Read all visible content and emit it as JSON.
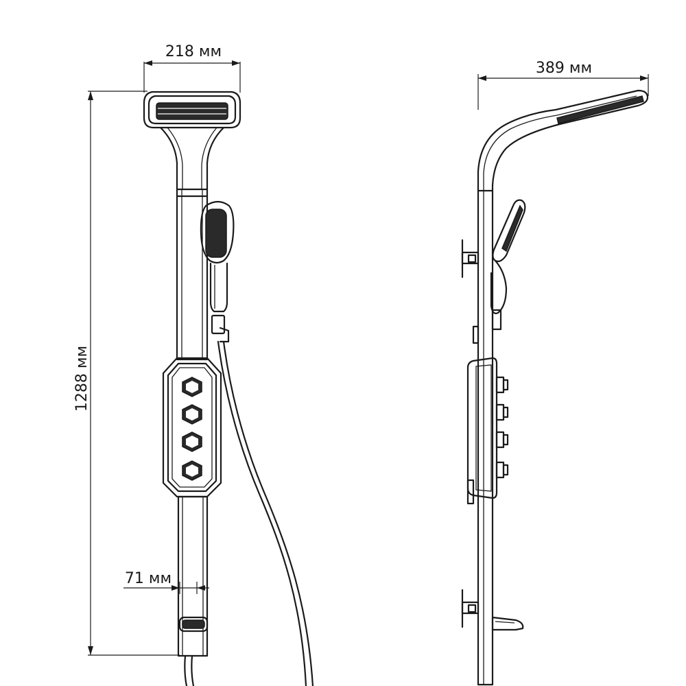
{
  "dimensions": {
    "front_width": "218 мм",
    "total_height": "1288 мм",
    "side_depth": "389 мм",
    "rail_width": "71 мм"
  },
  "colors": {
    "line": "#1a1a1a",
    "background": "#ffffff"
  }
}
